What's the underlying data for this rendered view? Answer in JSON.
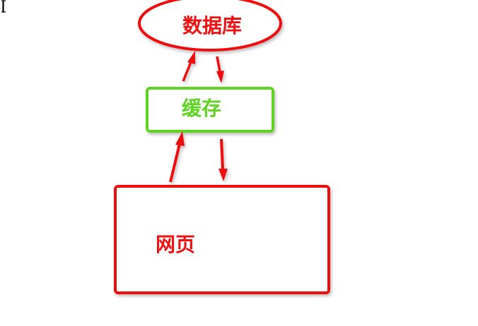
{
  "diagram": {
    "nodes": {
      "database": {
        "label": "数据库",
        "shape": "ellipse",
        "border_color": "#ee1111",
        "text_color": "#ee1111"
      },
      "cache": {
        "label": "缓存",
        "shape": "rectangle",
        "border_color": "#5fd321",
        "text_color": "#5fd321"
      },
      "webpage": {
        "label": "网页",
        "shape": "rectangle",
        "border_color": "#ee1111",
        "text_color": "#ee1111"
      }
    },
    "edges": [
      {
        "from": "cache",
        "to": "database",
        "color": "#ee1111"
      },
      {
        "from": "database",
        "to": "cache",
        "color": "#ee1111"
      },
      {
        "from": "webpage",
        "to": "cache",
        "color": "#ee1111"
      },
      {
        "from": "cache",
        "to": "webpage",
        "color": "#ee1111"
      }
    ]
  },
  "cursor_icon": "text-cursor-icon"
}
